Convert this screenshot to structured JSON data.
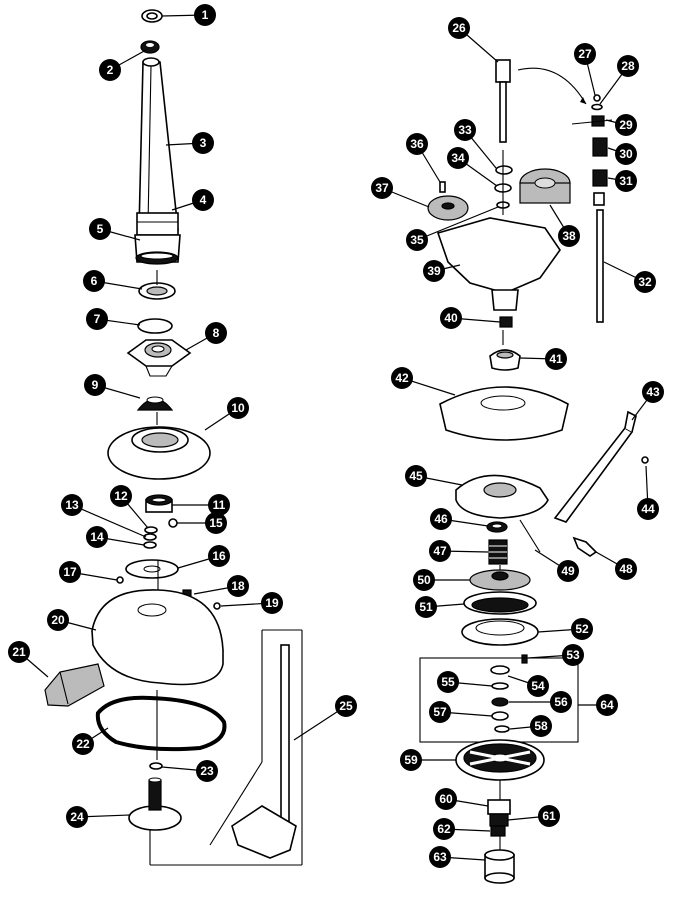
{
  "diagram": {
    "callouts": [
      "1",
      "2",
      "3",
      "4",
      "5",
      "6",
      "7",
      "8",
      "9",
      "10",
      "11",
      "12",
      "13",
      "14",
      "15",
      "16",
      "17",
      "18",
      "19",
      "20",
      "21",
      "22",
      "23",
      "24",
      "25",
      "26",
      "27",
      "28",
      "29",
      "30",
      "31",
      "32",
      "33",
      "34",
      "35",
      "36",
      "37",
      "38",
      "39",
      "40",
      "41",
      "42",
      "43",
      "44",
      "45",
      "46",
      "47",
      "48",
      "49",
      "50",
      "51",
      "52",
      "53",
      "54",
      "55",
      "56",
      "57",
      "58",
      "59",
      "60",
      "61",
      "62",
      "63",
      "64"
    ]
  }
}
